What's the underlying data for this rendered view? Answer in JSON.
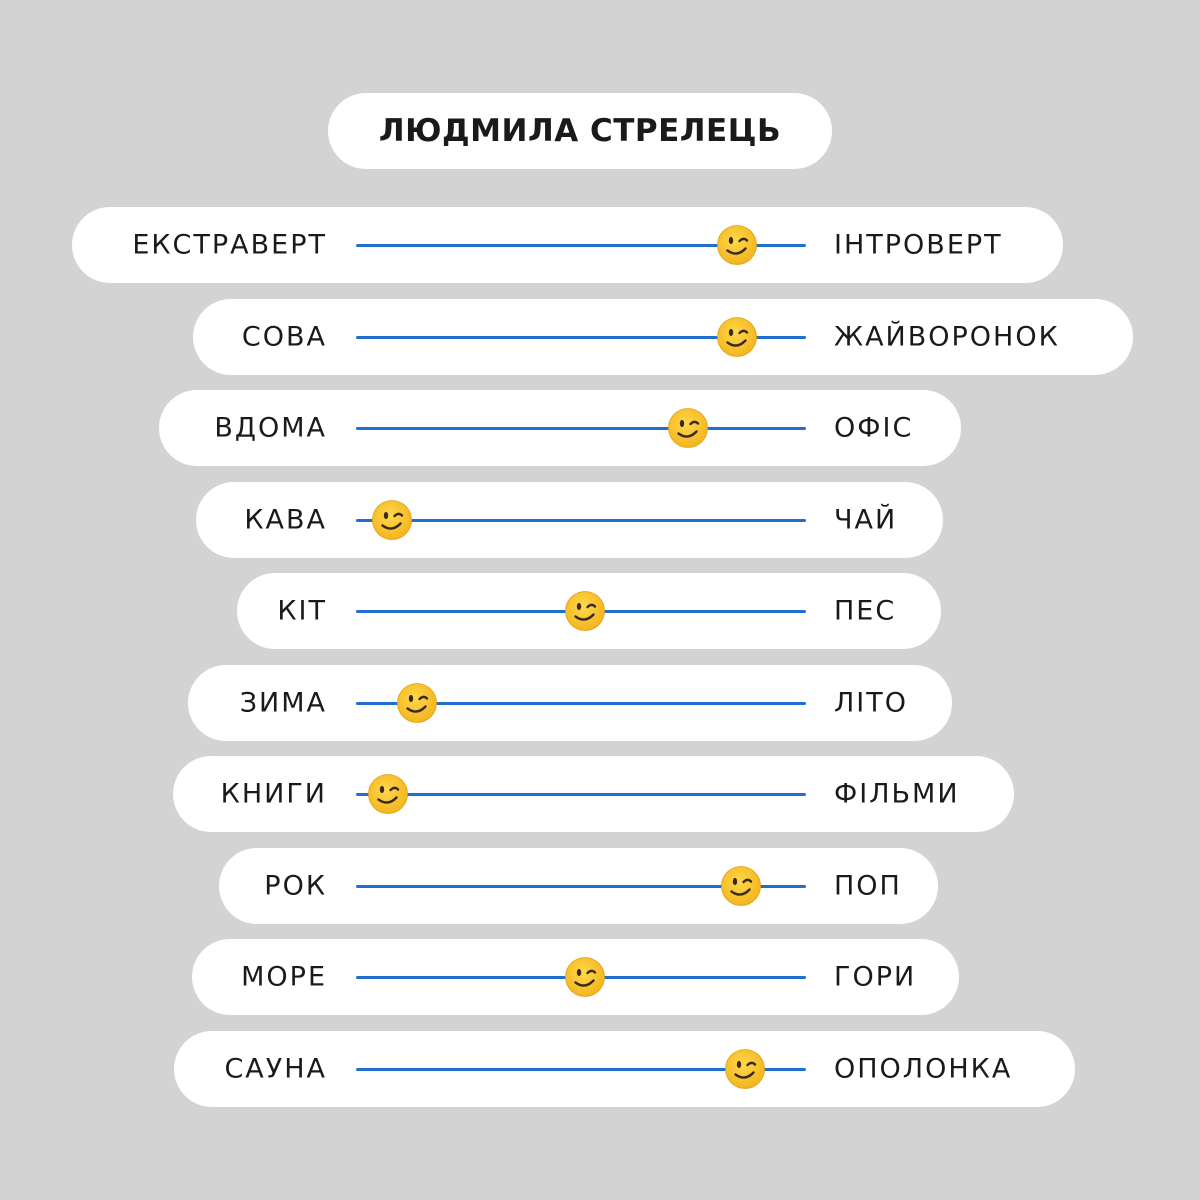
{
  "title": "ЛЮДМИЛА СТРЕЛЕЦЬ",
  "knob_icon": "winking-face-icon",
  "colors": {
    "background": "#d3d3d3",
    "pill": "#ffffff",
    "track": "#1f6fd1",
    "emoji_face": "#f7c02b"
  },
  "rows": [
    {
      "left": "ЕКСТРАВЕРТ",
      "right": "ІНТРОВЕРТ",
      "value": 0.88
    },
    {
      "left": "СОВА",
      "right": "ЖАЙВОРОНОК",
      "value": 0.88
    },
    {
      "left": "ВДОМА",
      "right": "ОФІС",
      "value": 0.76
    },
    {
      "left": "КАВА",
      "right": "ЧАЙ",
      "value": 0.04
    },
    {
      "left": "КІТ",
      "right": "ПЕС",
      "value": 0.51
    },
    {
      "left": "ЗИМА",
      "right": "ЛІТО",
      "value": 0.1
    },
    {
      "left": "КНИГИ",
      "right": "ФІЛЬМИ",
      "value": 0.03
    },
    {
      "left": "РОК",
      "right": "ПОП",
      "value": 0.89
    },
    {
      "left": "МОРЕ",
      "right": "ГОРИ",
      "value": 0.51
    },
    {
      "left": "САУНА",
      "right": "ОПОЛОНКА",
      "value": 0.9
    }
  ]
}
